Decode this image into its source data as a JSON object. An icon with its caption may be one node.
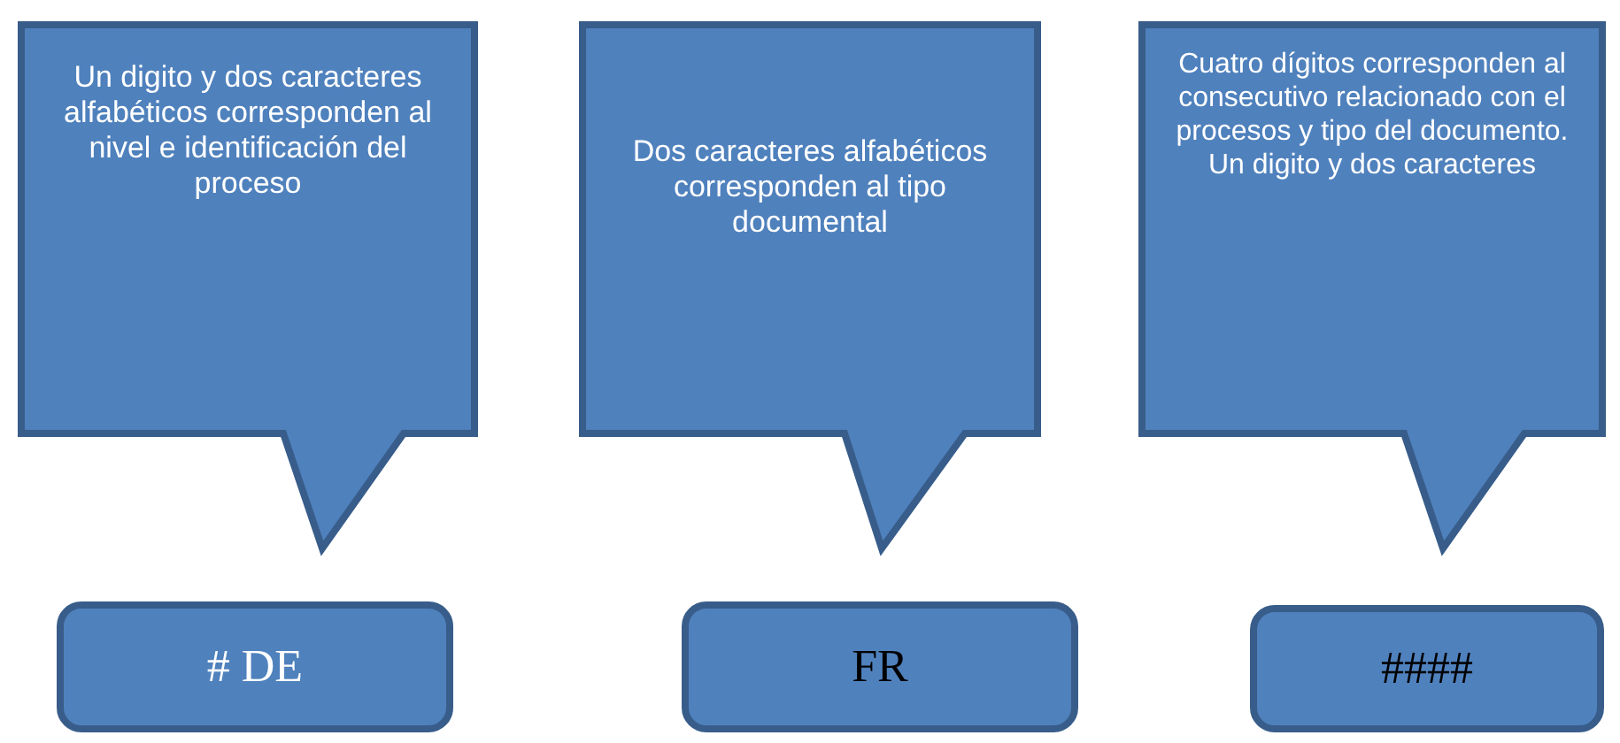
{
  "diagram": {
    "nodes": [
      {
        "text": [
          "Un digito y dos caracteres alfabéticos corresponden al nivel e identificación del proceso"
        ]
      },
      {
        "text": [
          "Dos caracteres alfabéticos corresponden al tipo documental"
        ]
      },
      {
        "text": [
          "Cuatro dígitos corresponden al consecutivo relacionado con el procesos y tipo del documento. Un digito y dos caracteres"
        ]
      },
      {
        "text": [
          "# DE"
        ]
      },
      {
        "text": [
          "FR"
        ]
      },
      {
        "text": [
          "####"
        ]
      }
    ]
  }
}
